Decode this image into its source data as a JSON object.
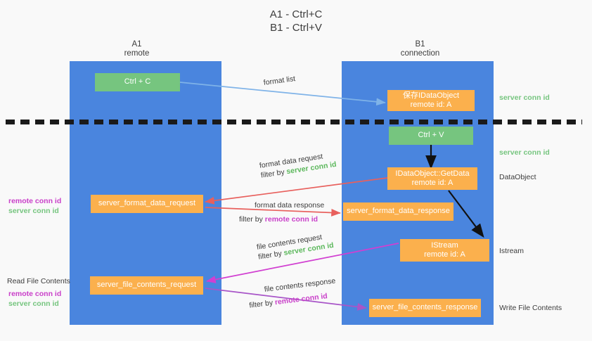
{
  "header": {
    "line1": "A1 - Ctrl+C",
    "line2": "B1 - Ctrl+V"
  },
  "panels": {
    "left": {
      "title": "A1",
      "subtitle": "remote"
    },
    "right": {
      "title": "B1",
      "subtitle": "connection"
    }
  },
  "nodes": {
    "ctrl_c": {
      "label": "Ctrl + C",
      "color": "#76c57f"
    },
    "ctrl_v": {
      "label": "Ctrl + V",
      "color": "#76c57f"
    },
    "idataobject": {
      "line1": "保存IDataObject",
      "line2": "remote id: A",
      "color": "#fbb04d"
    },
    "getdata": {
      "line1": "IDataObject::GetData",
      "line2": "remote id: A",
      "color": "#fbb04d"
    },
    "istream": {
      "line1": "IStream",
      "line2": "remote id: A",
      "color": "#fbb04d"
    },
    "server_format_data_request": {
      "label": "server_format_data_request",
      "color": "#fbb04d"
    },
    "server_format_data_response": {
      "label": "server_format_data_response",
      "color": "#fbb04d"
    },
    "server_file_contents_request": {
      "label": "server_file_contents_request",
      "color": "#fbb04d"
    },
    "server_file_contents_response": {
      "label": "server_file_contents_response",
      "color": "#fbb04d"
    }
  },
  "edge_labels": {
    "format_list": "format list",
    "format_data_request": "format data request",
    "format_data_request_filter_prefix": "filter by ",
    "format_data_request_filter_key": "server conn id",
    "format_data_response": "format data response",
    "format_data_response_filter_prefix": "filter by ",
    "format_data_response_filter_key": "remote conn id",
    "file_contents_request": "file contents request",
    "file_contents_request_filter_prefix": "filter by ",
    "file_contents_request_filter_key": "server conn id",
    "file_contents_response": "file contents response",
    "file_contents_response_filter_prefix": "filter by ",
    "file_contents_response_filter_key": "remote conn id"
  },
  "right_labels": {
    "server_conn_id_top": "server conn id",
    "server_conn_id_second": "server conn id",
    "dataobject": "DataObject",
    "istream": "Istream",
    "write_file_contents": "Write File Contents"
  },
  "left_labels": {
    "remote_conn_id_1": "remote conn id",
    "server_conn_id_1": "server conn id",
    "read_file_contents": "Read File Contents",
    "remote_conn_id_2": "remote conn id",
    "server_conn_id_2": "server conn id"
  },
  "colors": {
    "panel_blue": "#4a85de",
    "node_green": "#76c57f",
    "node_orange": "#fbb04d",
    "green_text": "#5cb85c",
    "magenta_text": "#c93fc9",
    "arrow_lightblue": "#7fb3e8",
    "arrow_red": "#e8605d",
    "arrow_magenta": "#d13fd1",
    "arrow_purple": "#a855c8",
    "arrow_black": "#111111",
    "background": "#f9f9f9"
  }
}
